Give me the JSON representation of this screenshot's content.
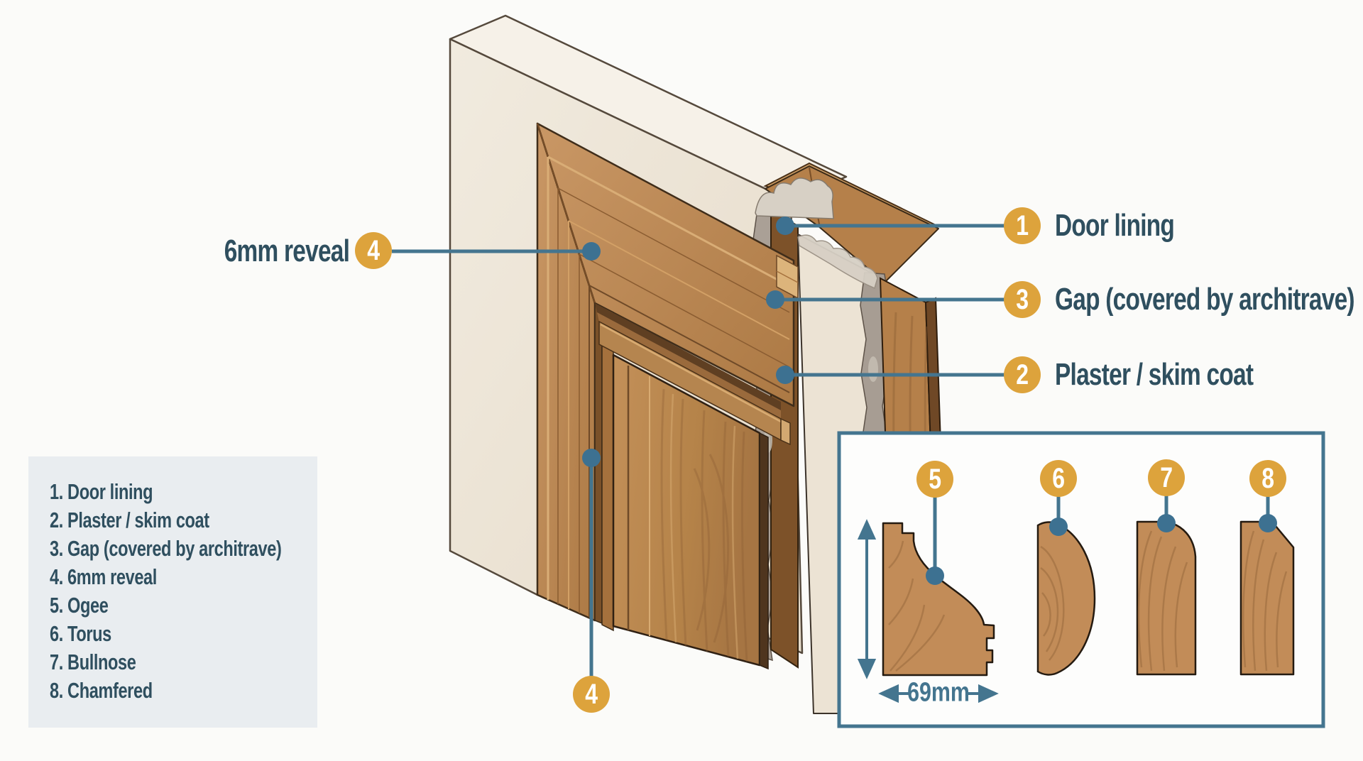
{
  "colors": {
    "badge_orange": "#dda33c",
    "leader_teal": "#44758f",
    "dot_teal": "#3d7191",
    "label_text": "#2f4f5f",
    "legend_background": "#e9edf0",
    "wood": "#c1905c",
    "wall_plaster": "#efe8db",
    "background": "#fbfbf9"
  },
  "legend": {
    "items": [
      "1. Door lining",
      "2. Plaster / skim coat",
      "3. Gap (covered by architrave)",
      "4. 6mm reveal",
      "5. Ogee",
      "6. Torus",
      "7. Bullnose",
      "8. Chamfered"
    ]
  },
  "callouts": {
    "door_lining": {
      "num": "1",
      "label": "Door lining"
    },
    "plaster": {
      "num": "2",
      "label": "Plaster / skim coat"
    },
    "gap": {
      "num": "3",
      "label": "Gap (covered by architrave)"
    },
    "reveal": {
      "num": "4",
      "label": "6mm reveal"
    },
    "reveal_bottom": {
      "num": "4"
    }
  },
  "inset": {
    "dim_label": "69mm",
    "profiles": [
      {
        "num": "5",
        "name": "Ogee"
      },
      {
        "num": "6",
        "name": "Torus"
      },
      {
        "num": "7",
        "name": "Bullnose"
      },
      {
        "num": "8",
        "name": "Chamfered"
      }
    ]
  }
}
